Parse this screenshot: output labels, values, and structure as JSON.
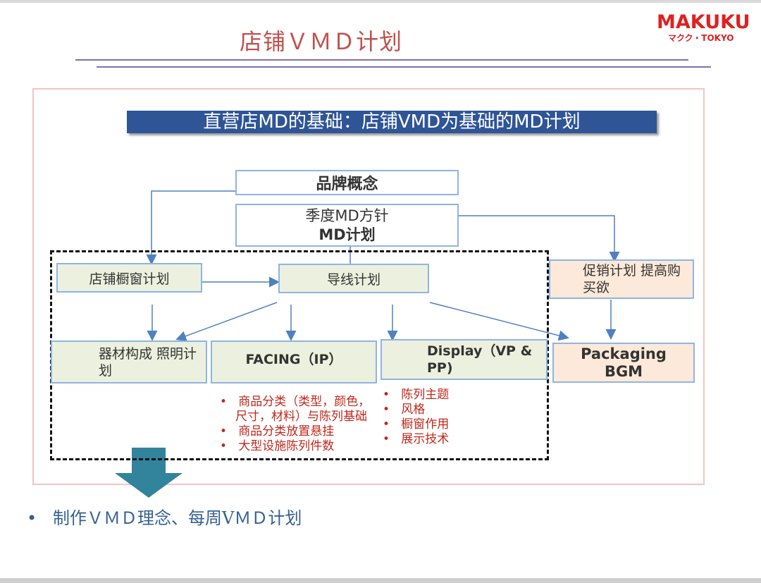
{
  "slide": {
    "title": "店铺ＶＭＤ计划",
    "logo": {
      "main": "MAKUKU",
      "sub": "マクク・TOKYO"
    },
    "banner": "直营店MD的基础：店铺VMD为基础的MD计划",
    "boxes": {
      "brand_concept": "品牌概念",
      "season_md_line1": "季度MD方针",
      "season_md_line2": "MD计划",
      "window_plan": "店铺橱窗计划",
      "guide_line": "导线计划",
      "promotion": "促销计划 提高购买欲",
      "equipment": "器材构成 照明计划",
      "facing": "FACING（IP）",
      "display": "Display（VP & PP)",
      "packaging": "Packaging BGM"
    },
    "facing_bullets": [
      "商品分类（类型，颜色，尺寸，材料）与陈列基础",
      "商品分类放置悬挂",
      "大型设施陈列件数"
    ],
    "display_bullets": [
      "陈列主题",
      "风格",
      "橱窗作用",
      "展示技术"
    ],
    "bottom_bullet": "制作ＶＭＤ理念、每周VＭＤ计划"
  }
}
